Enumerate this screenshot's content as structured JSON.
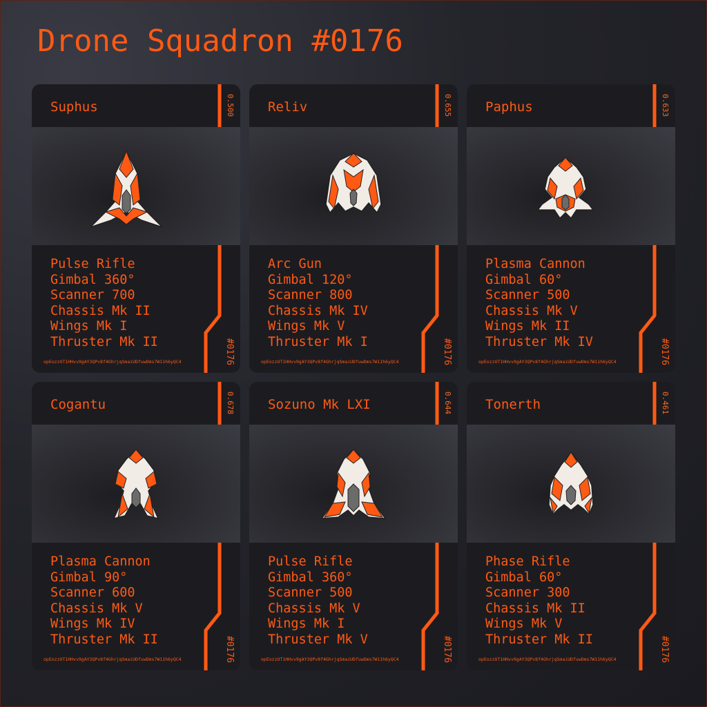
{
  "page": {
    "title": "Drone Squadron #0176"
  },
  "theme": {
    "accent": "#ff5a14",
    "card_bg": "#1c1c20",
    "hull_light": "#f2ece6",
    "hull_dark": "#6b6b6b"
  },
  "cards": [
    {
      "name": "Suphus",
      "score": "0.500",
      "tag": "#0176",
      "hash": "opEozzUT1HHvv9gAY3QPv8f4GhrjqSmaiUDfuwDms7W11h6yQC4",
      "specs": [
        "Pulse Rifle",
        "Gimbal 360°",
        "Scanner 700",
        "Chassis Mk II",
        "Wings Mk I",
        "Thruster Mk II"
      ],
      "ship_icon": "drone-ship-icon"
    },
    {
      "name": "Reliv",
      "score": "0.655",
      "tag": "#0176",
      "hash": "opEozzUT1HHvv9gAY3QPv8f4GhrjqSmaiUDfuwDms7W11h6yQC4",
      "specs": [
        "Arc Gun",
        "Gimbal 120°",
        "Scanner 800",
        "Chassis Mk IV",
        "Wings Mk V",
        "Thruster Mk I"
      ],
      "ship_icon": "drone-ship-icon"
    },
    {
      "name": "Paphus",
      "score": "0.633",
      "tag": "#0176",
      "hash": "opEozzUT1HHvv9gAY3QPv8f4GhrjqSmaiUDfuwDms7W11h6yQC4",
      "specs": [
        "Plasma Cannon",
        "Gimbal 60°",
        "Scanner 500",
        "Chassis Mk V",
        "Wings Mk II",
        "Thruster Mk IV"
      ],
      "ship_icon": "drone-ship-icon"
    },
    {
      "name": "Cogantu",
      "score": "0.678",
      "tag": "#0176",
      "hash": "opEozzUT1HHvv9gAY3QPv8f4GhrjqSmaiUDfuwDms7W11h6yQC4",
      "specs": [
        "Plasma Cannon",
        "Gimbal 90°",
        "Scanner 600",
        "Chassis Mk V",
        "Wings Mk IV",
        "Thruster Mk II"
      ],
      "ship_icon": "drone-ship-icon"
    },
    {
      "name": "Sozuno Mk LXI",
      "score": "0.644",
      "tag": "#0176",
      "hash": "opEozzUT1HHvv9gAY3QPv8f4GhrjqSmaiUDfuwDms7W11h6yQC4",
      "specs": [
        "Pulse Rifle",
        "Gimbal 360°",
        "Scanner 500",
        "Chassis Mk V",
        "Wings Mk I",
        "Thruster Mk V"
      ],
      "ship_icon": "drone-ship-icon"
    },
    {
      "name": "Tonerth",
      "score": "0.461",
      "tag": "#0176",
      "hash": "opEozzUT1HHvv9gAY3QPv8f4GhrjqSmaiUDfuwDms7W11h6yQC4",
      "specs": [
        "Phase Rifle",
        "Gimbal 60°",
        "Scanner 300",
        "Chassis Mk II",
        "Wings Mk V",
        "Thruster Mk II"
      ],
      "ship_icon": "drone-ship-icon"
    }
  ]
}
